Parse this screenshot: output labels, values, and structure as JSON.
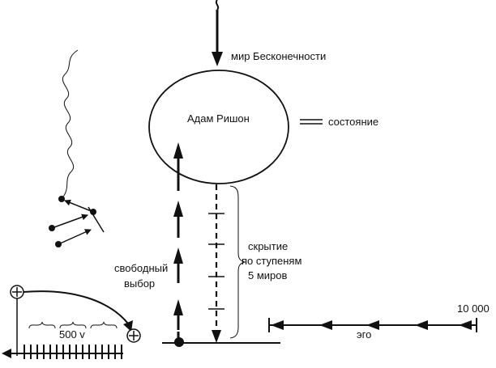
{
  "labels": {
    "infinity_world": "мир Бесконечности",
    "adam_rishon": "Адам Ришон",
    "state": "состояние",
    "concealment": [
      "скрытие",
      "по ступеням",
      "5  миров"
    ],
    "free_choice": [
      "свободный",
      "выбор"
    ],
    "ten_thousand": "10 000",
    "ego": "эго",
    "five_hundred": "500 v"
  }
}
